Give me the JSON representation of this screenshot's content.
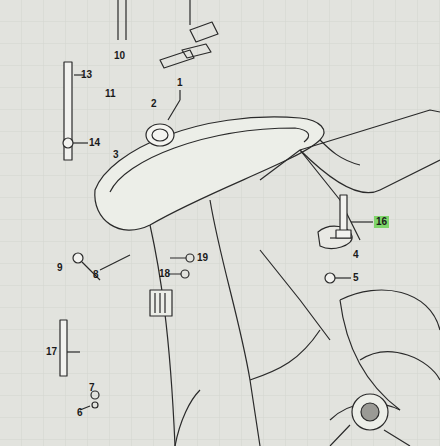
{
  "diagram": {
    "labels": [
      "10",
      "13",
      "1",
      "11",
      "2",
      "14",
      "3",
      "16",
      "4",
      "9",
      "8",
      "5",
      "19",
      "18",
      "17",
      "7",
      "6"
    ]
  }
}
